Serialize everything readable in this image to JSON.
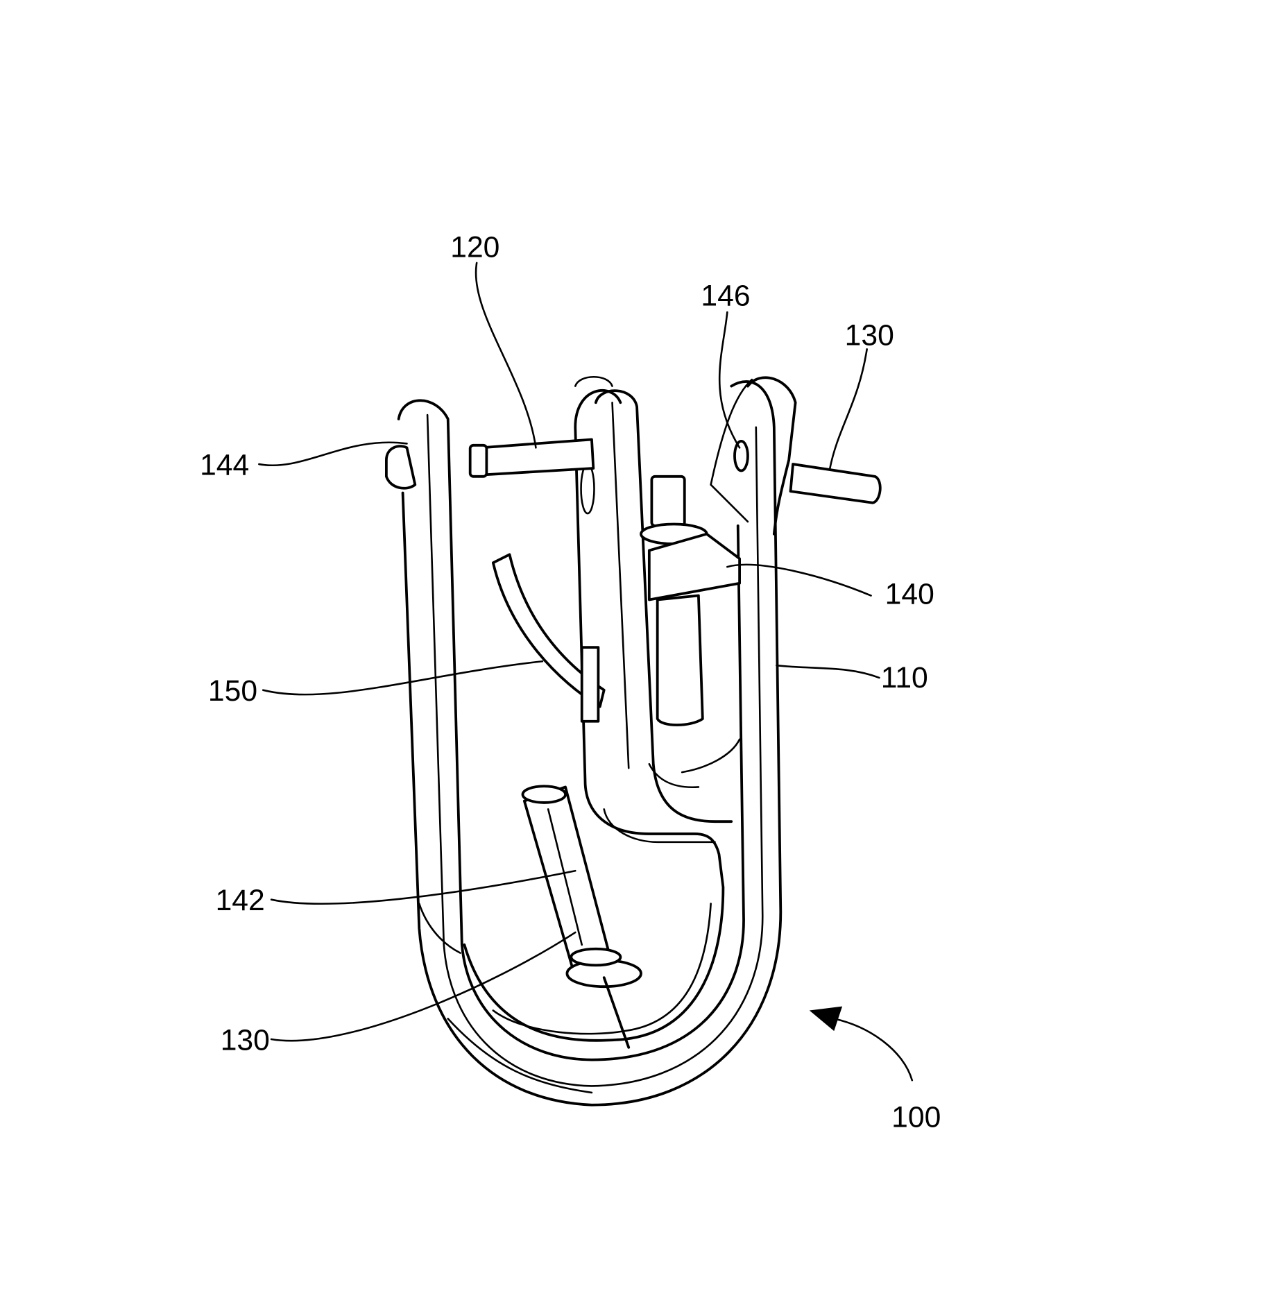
{
  "figure": {
    "reference_numerals": {
      "hook_assembly": "100",
      "hook_body": "110",
      "upper_pin": "120",
      "pin_right": "130",
      "pin_lower": "130",
      "bracket": "140",
      "lower_sleeve": "142",
      "cap": "144",
      "hole": "146",
      "latch": "150"
    }
  }
}
